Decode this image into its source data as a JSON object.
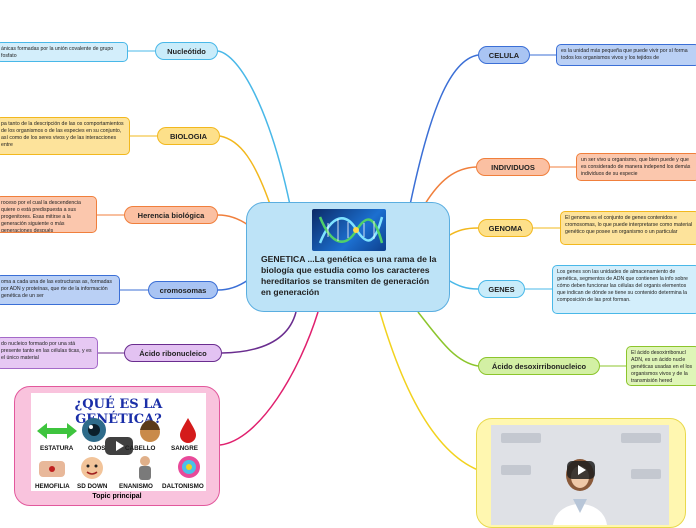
{
  "center": {
    "title": "GENETICA ...La genética es una rama de la biología que estudia como los caracteres hereditarios se transmiten de generación en generación",
    "image_icon": "dna-helix-image"
  },
  "left_topics": [
    {
      "label": "Nucleótido",
      "note": "ánicas formadas por la unión covalente de grupo fosfato"
    },
    {
      "label": "BIOLOGIA",
      "note": "pa tanto de la descripción de las os comportamientos de los organismos o de las especies en su conjunto, así como de los seres vivos y de las interacciones entre"
    },
    {
      "label": "Herencia biológica",
      "note": "roceso por el cual la descendencia quiere o está predispuesta a sus progenitores. Esas mitirse a la generación siguiente o más generaciones después"
    },
    {
      "label": "cromosomas",
      "note": "oma a cada una de las estructuras as, formadas por ADN y proteínas, que rte de la información genética de un ser"
    },
    {
      "label": "Ácido ribonucleico",
      "note": "do nucleico formado por una stá presente tanto en las células ticas, y es el único material"
    }
  ],
  "right_topics": [
    {
      "label": "CELULA",
      "note": "es la unidad más pequeña que puede vivir por sí forma todos los organismos vivos y los tejidos de"
    },
    {
      "label": "INDIVIDUOS",
      "note": "un ser vivo u organismo, que bien puede y que es considerado de manera independ los demás individuos de su especie"
    },
    {
      "label": "GENOMA",
      "note": "El genoma es el conjunto de genes contenidos e cromosomas, lo que puede interpretarse como material genético que posee un organismo o un particular"
    },
    {
      "label": "GENES",
      "note": "Los genes son las unidades de almacenamiento de genética, segmentos de ADN que contienen la info sobre cómo deben funcionar las células del organis elementos que indican de dónde se tiene su contenido determina la composición de las prot forman."
    },
    {
      "label": "Ácido desoxirribonucleico",
      "note": "El ácido desoxirribonucl ADN, es un ácido nucle genéticas usadas en el los organismos vivos y de la transmisión hered"
    }
  ],
  "topic_image": {
    "heading": "¿QUÉ ES LA GENÉTICA?",
    "labels": [
      "ESTATURA",
      "OJOS",
      "CABELLO",
      "SANGRE",
      "HEMOFILIA",
      "SD DOWN",
      "ENANISMO",
      "DALTONISMO"
    ],
    "caption": "Topic principal",
    "play_icon": "play-icon"
  },
  "video": {
    "play_icon": "play-icon"
  },
  "colors": {
    "center_fill": "#bde3f7",
    "center_border": "#5aaee0",
    "blue": "#3b6fd6",
    "cyan": "#49b8e8",
    "orange": "#f07f3c",
    "yellow": "#f2b81e",
    "green": "#8cc52c",
    "purple": "#6a2d8f",
    "magenta": "#e0206e"
  }
}
